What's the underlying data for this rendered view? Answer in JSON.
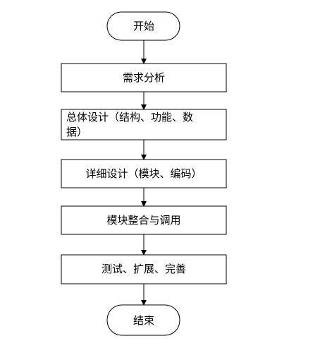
{
  "flowchart": {
    "start": "开始",
    "steps": [
      {
        "lines": [
          "需求分析"
        ]
      },
      {
        "lines": [
          "总体设计（结构、功能、数",
          "据）"
        ]
      },
      {
        "lines": [
          "详细设计（模块、编码）"
        ]
      },
      {
        "lines": [
          "模块整合与调用"
        ]
      },
      {
        "lines": [
          "测试、扩展、完善"
        ]
      }
    ],
    "end": "结束"
  },
  "colors": {
    "stroke": "#000000",
    "fill": "#ffffff",
    "text": "#000000"
  }
}
